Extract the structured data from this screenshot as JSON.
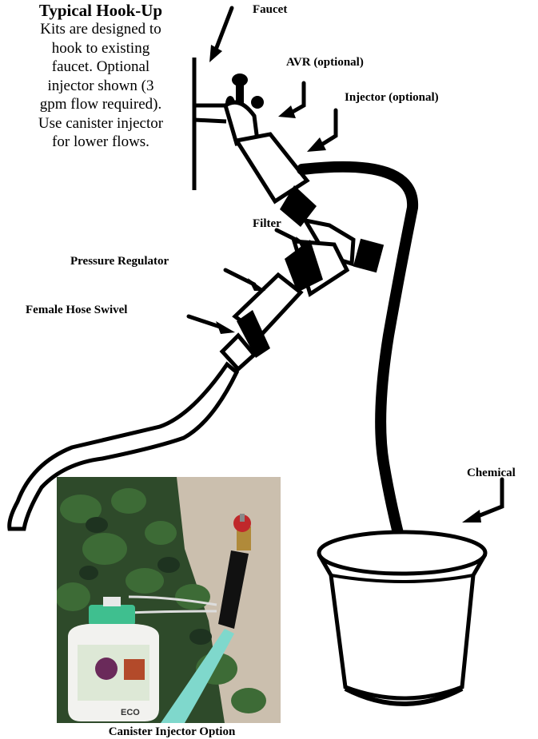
{
  "heading": {
    "title": "Typical Hook-Up",
    "body_lines": [
      "Kits are designed to",
      "hook to existing",
      "faucet.  Optional",
      "injector shown (3",
      "gpm flow required).",
      "Use canister injector",
      "for lower flows."
    ]
  },
  "labels": {
    "faucet": "Faucet",
    "avr": "AVR (optional)",
    "injector": "Injector (optional)",
    "filter": "Filter",
    "pressure_regulator": "Pressure Regulator",
    "female_hose_swivel": "Female Hose Swivel",
    "chemical": "Chemical"
  },
  "photo": {
    "caption": "Canister Injector Option",
    "canister_label_text": "ECO"
  },
  "colors": {
    "line": "#000000",
    "hose": "#7fd8cc",
    "canister_cap": "#3fbf8f",
    "valve_handle": "#c0282b",
    "brass": "#b08a3a",
    "foliage": "#2e4a2a",
    "wall": "#cbbfae"
  }
}
